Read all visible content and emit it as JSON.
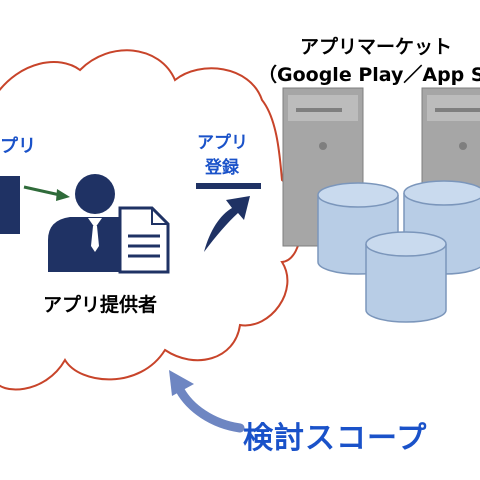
{
  "labels": {
    "app_market_title": "アプリマーケット",
    "app_market_sub": "（Google Play／App S",
    "app_left_partial": "プリ",
    "app_register_line1": "アプリ",
    "app_register_line2": "登録",
    "app_provider": "アプリ提供者",
    "scope": "検討スコープ"
  },
  "colors": {
    "cloud_outline": "#c8442a",
    "accent_blue": "#1a52c9",
    "navy_figure": "#1f3264",
    "server_gray": "#a6a6a6",
    "database_fill": "#b8cde6",
    "database_stroke": "#7b96bb",
    "scope_arrow": "#6e86c2",
    "connector_green": "#2f6b3a"
  },
  "icons": {
    "provider": "person-icon",
    "document": "document-icon",
    "upload": "upload-arrow-icon",
    "server": "server-icon",
    "database": "database-icon"
  }
}
